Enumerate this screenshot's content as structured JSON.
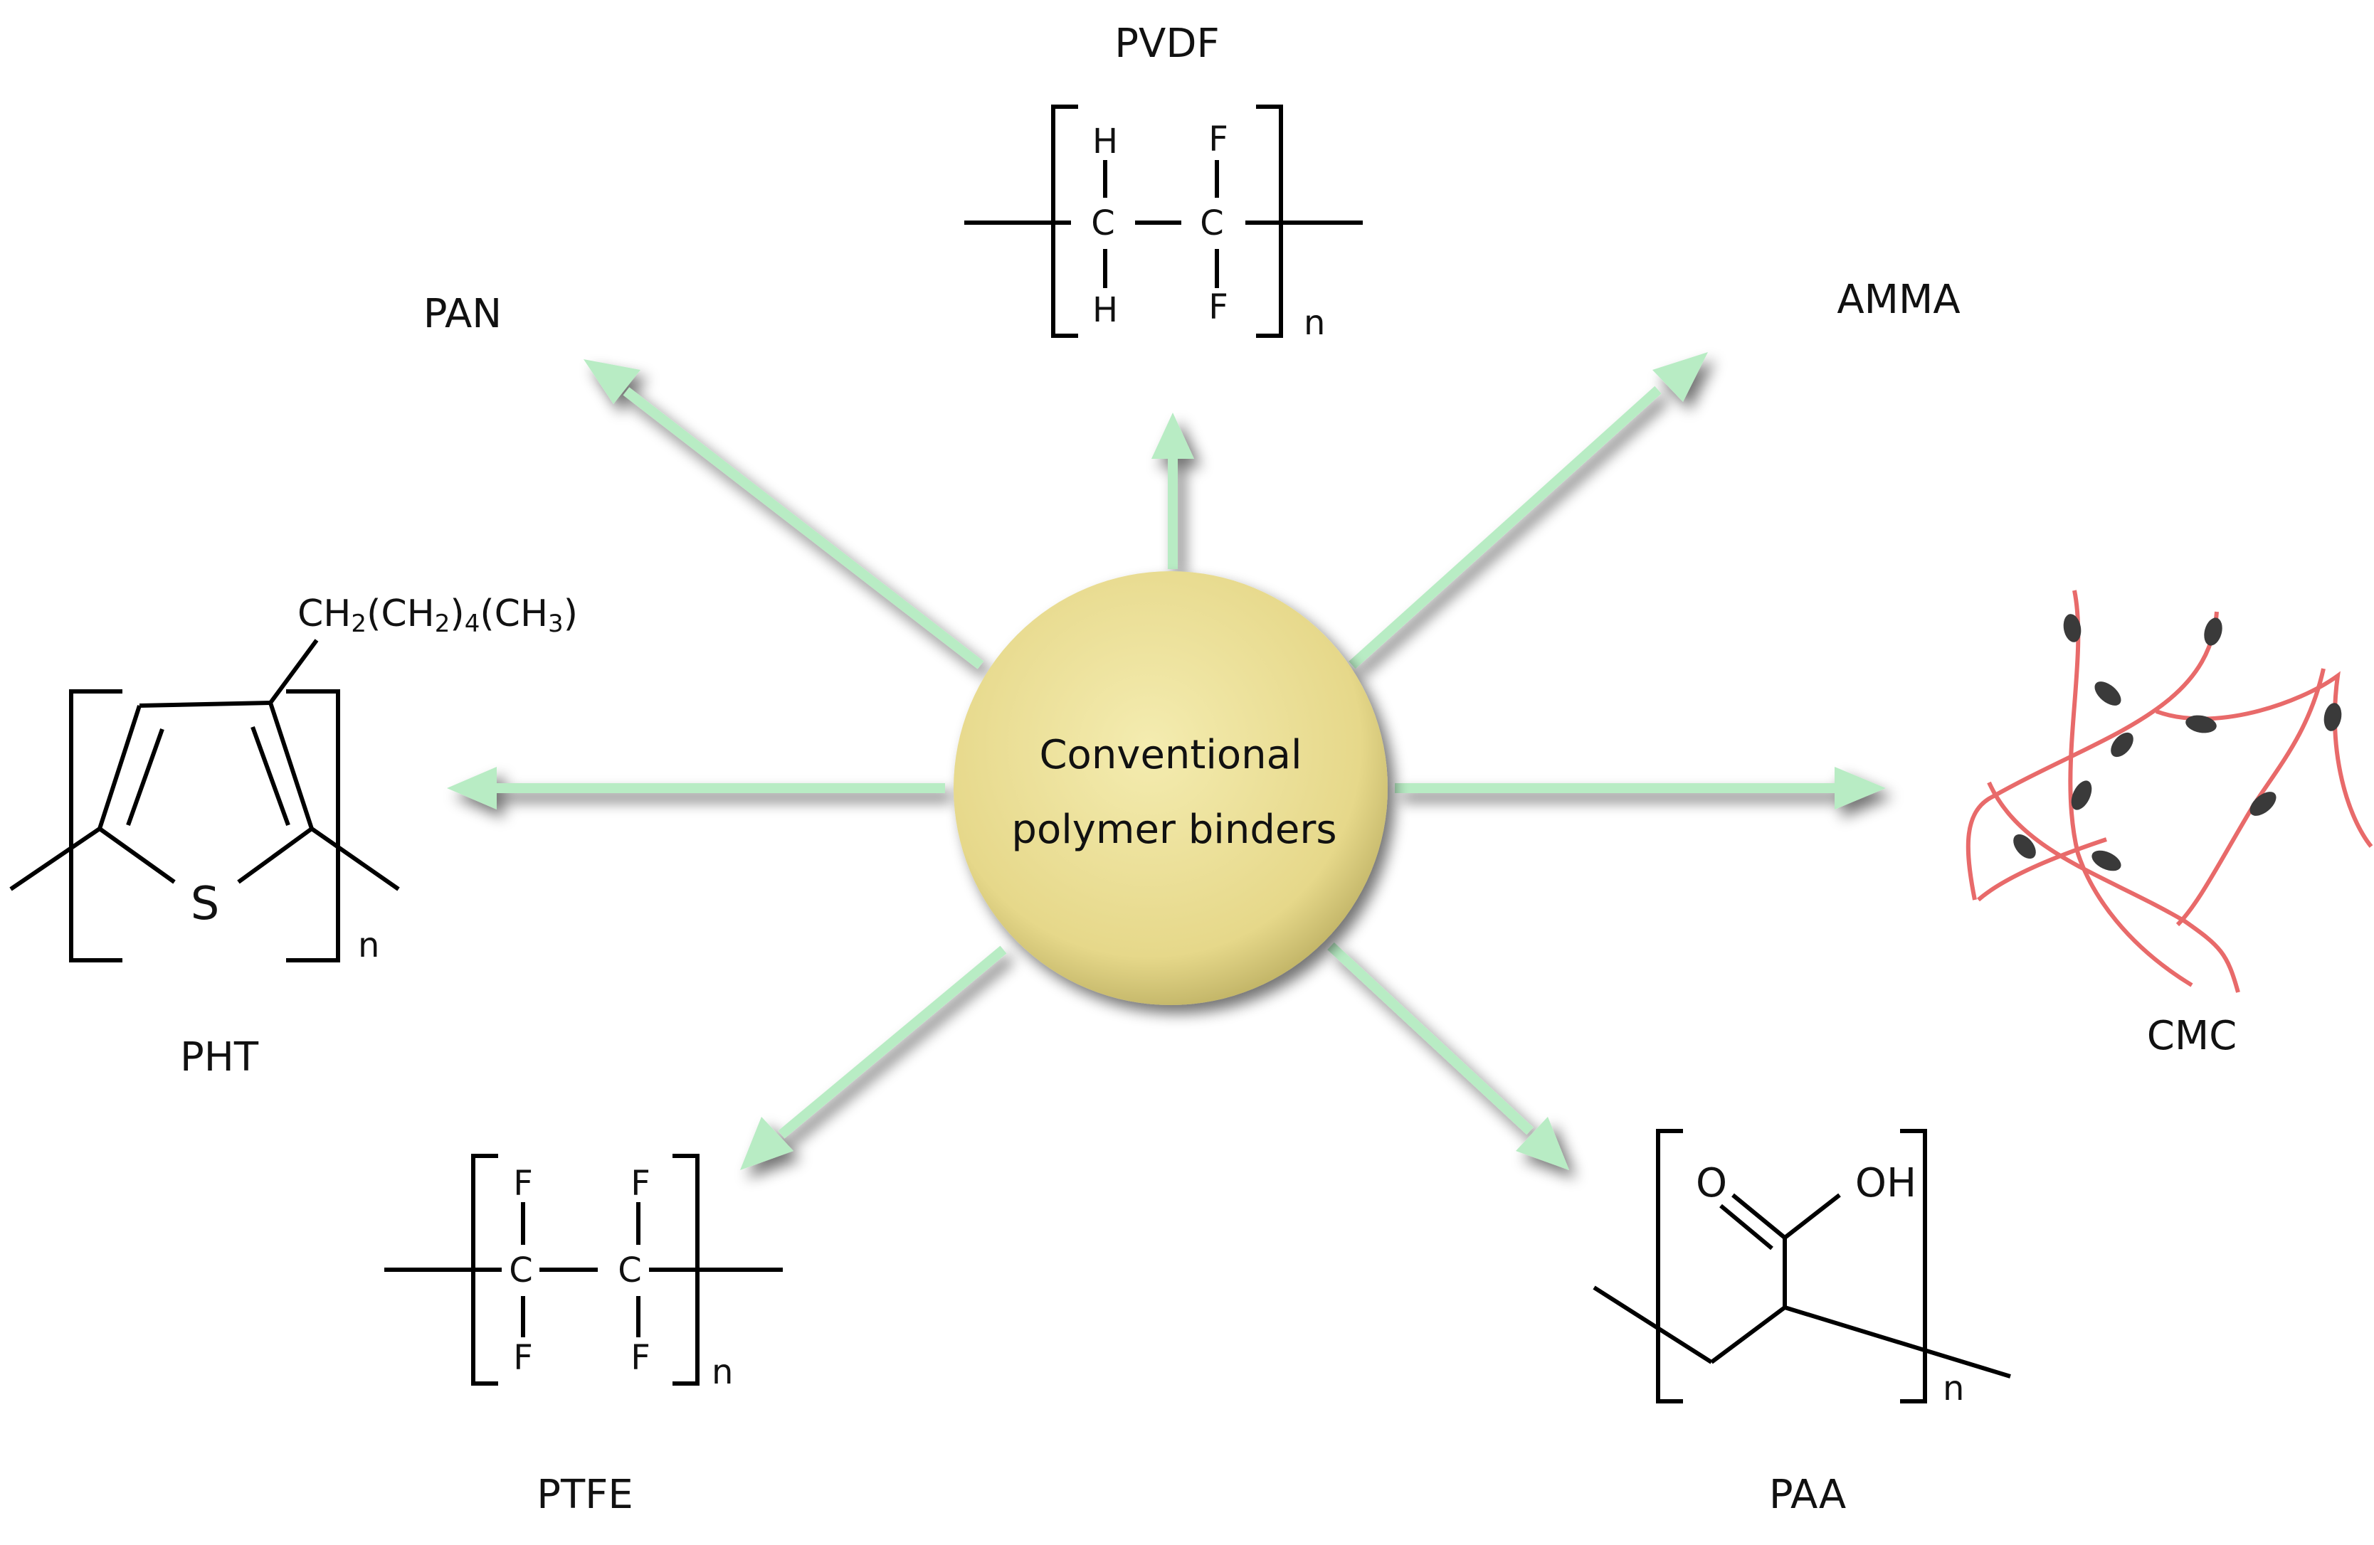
{
  "center": {
    "line1": "Conventional",
    "line2": "polymer binders"
  },
  "labels": {
    "pvdf": "PVDF",
    "pan": "PAN",
    "amma": "AMMA",
    "pht": "PHT",
    "cmc": "CMC",
    "ptfe": "PTFE",
    "paa": "PAA"
  },
  "atoms": {
    "H": "H",
    "F": "F",
    "C": "C",
    "S": "S",
    "O": "O",
    "OH": "OH",
    "n": "n"
  },
  "pht_substituent": {
    "a": "CH",
    "s1": "2",
    "b": "(CH",
    "s2": "2",
    "c": ")",
    "s3": "4",
    "d": "(CH",
    "s4": "3",
    "e": ")"
  },
  "colors": {
    "arrow": "#b8ecc4",
    "circle": "#e8dc8a",
    "fiber": "#e86a6a",
    "bead": "#3a3a3a"
  }
}
